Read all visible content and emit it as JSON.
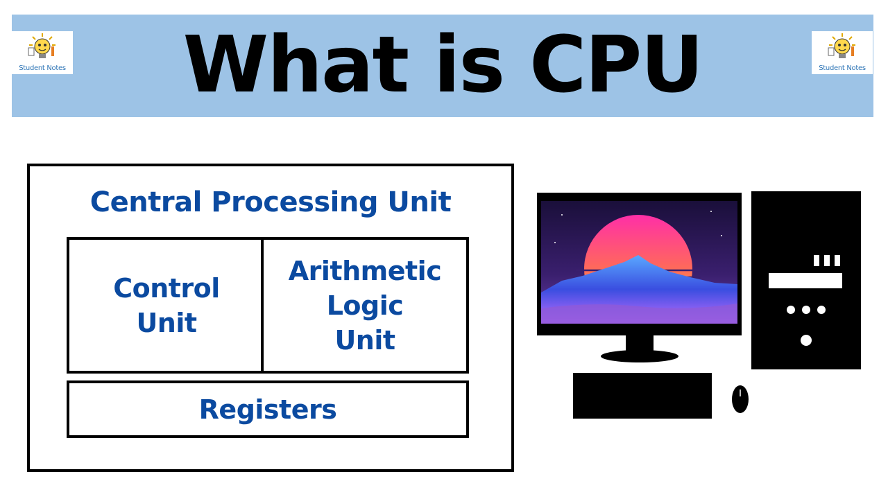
{
  "banner": {
    "title": "What is CPU",
    "logo_text": "Student Notes",
    "color": "#9dc3e6"
  },
  "diagram": {
    "title": "Central Processing Unit",
    "control_unit": "Control\nUnit",
    "alu": "Arithmetic\nLogic\nUnit",
    "registers": "Registers",
    "text_color": "#0b4aa0"
  },
  "illustration": {
    "icon": "desktop-computer-icon"
  }
}
